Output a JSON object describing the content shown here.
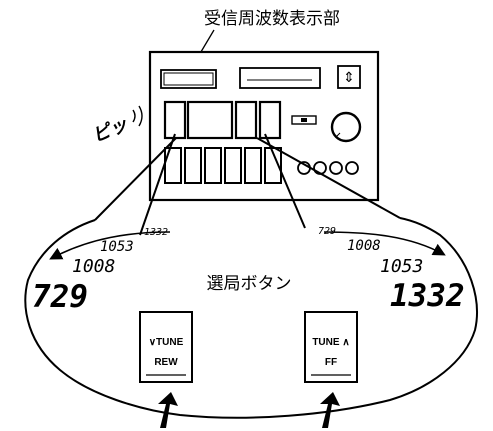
{
  "header_label": "受信周波数表示部",
  "beep_text": "ピッ",
  "center_label": "選局ボタン",
  "left_sequence": {
    "large": "729",
    "mid": "1008",
    "small": "1053",
    "tiny": "1332"
  },
  "right_sequence": {
    "tiny": "729",
    "small": "1008",
    "mid": "1053",
    "large": "1332"
  },
  "left_button": {
    "line1": "∨TUNE",
    "line2": "REW"
  },
  "right_button": {
    "line1": "TUNE ∧",
    "line2": "FF"
  }
}
